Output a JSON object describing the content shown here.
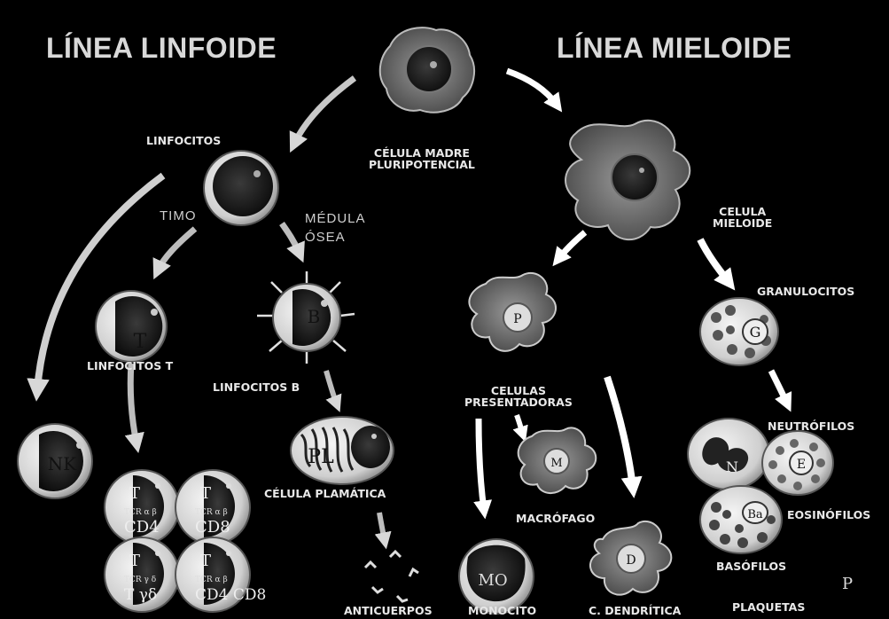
{
  "headers": {
    "lymphoid": "LÍNEA LINFOIDE",
    "myeloid": "LÍNEA MIELOIDE"
  },
  "labels": {
    "stem_cell": "CÉLULA MADRE\nPLURIPOTENCIAL",
    "linfocitos": "LINFOCITOS",
    "timo": "TIMO",
    "medula": "MÉDULA\nÓSEA",
    "linfocitos_t": "LINFOCITOS T",
    "linfocitos_b": "LINFOCITOS B",
    "celula_plasmatica": "CÉLULA PLAMÁTICA",
    "anticuerpos": "ANTICUERPOS",
    "monocito": "MONOCITO",
    "c_dendritica": "C. DENDRÍTICA",
    "plaquetas": "PLAQUETAS",
    "celula_mieloide": "CELULA\nMIELOIDE",
    "granulocitos": "GRANULOCITOS",
    "celulas_presentadoras": "CELULAS\nPRESENTADORAS",
    "macrofago": "MACRÓFAGO",
    "neutrofilos": "NEUTRÓFILOS",
    "eosinofilos": "EOSINÓFILOS",
    "basofilos": "BASÓFILOS"
  },
  "cell_letters": {
    "t": "T",
    "b": "B",
    "nk": "NK",
    "pl": "PL",
    "p": "P",
    "g": "G",
    "m": "M",
    "mo": "MO",
    "d": "D",
    "n": "N",
    "e": "E",
    "ba": "Ba",
    "plaq": "P",
    "t_cd4": "T",
    "tcr_ab_1": "TCR α β",
    "cd4": "CD4",
    "t_cd8": "T",
    "tcr_ab_2": "TCR α β",
    "cd8": "CD8",
    "t_gd": "T",
    "tcr_gd": "TCR γ δ",
    "t_gd_label": "T γδ",
    "t_cd4cd8": "T",
    "tcr_ab_3": "TCR α β",
    "cd4cd8": "CD4 CD8"
  }
}
